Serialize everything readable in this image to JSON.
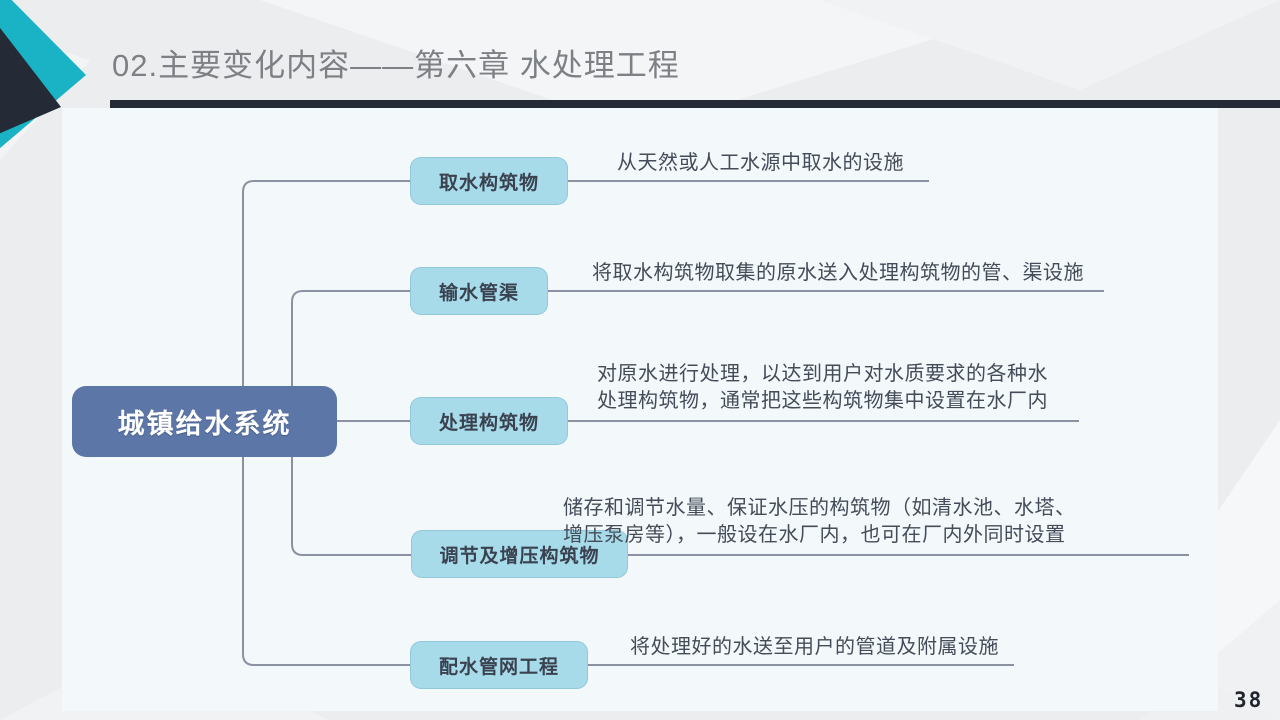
{
  "slide": {
    "title": "02.主要变化内容——第六章 水处理工程",
    "page_number": "38"
  },
  "diagram": {
    "root_label": "城镇给水系统",
    "branches": [
      {
        "label": "取水构筑物",
        "desc_lines": [
          "从天然或人工水源中取水的设施"
        ]
      },
      {
        "label": "输水管渠",
        "desc_lines": [
          "将取水构筑物取集的原水送入处理构筑物的管、渠设施"
        ]
      },
      {
        "label": "处理构筑物",
        "desc_lines": [
          "对原水进行处理，以达到用户对水质要求的各种水",
          "处理构筑物，通常把这些构筑物集中设置在水厂内"
        ]
      },
      {
        "label": "调节及增压构筑物",
        "desc_lines": [
          "储存和调节水量、保证水压的构筑物（如清水池、水塔、",
          "增压泵房等），一般设在水厂内，也可在厂内外同时设置"
        ]
      },
      {
        "label": "配水管网工程",
        "desc_lines": [
          "将处理好的水送至用户的管道及附属设施"
        ]
      }
    ]
  },
  "colors": {
    "accent_teal": "#1ab3c6",
    "dark_navy": "#242b37",
    "root_node_fill": "#5c76a7",
    "branch_node_fill": "#a7dbea",
    "connector_line": "#8a92a2",
    "panel_background": "#f3f8fb",
    "title_text": "#7d8085"
  }
}
